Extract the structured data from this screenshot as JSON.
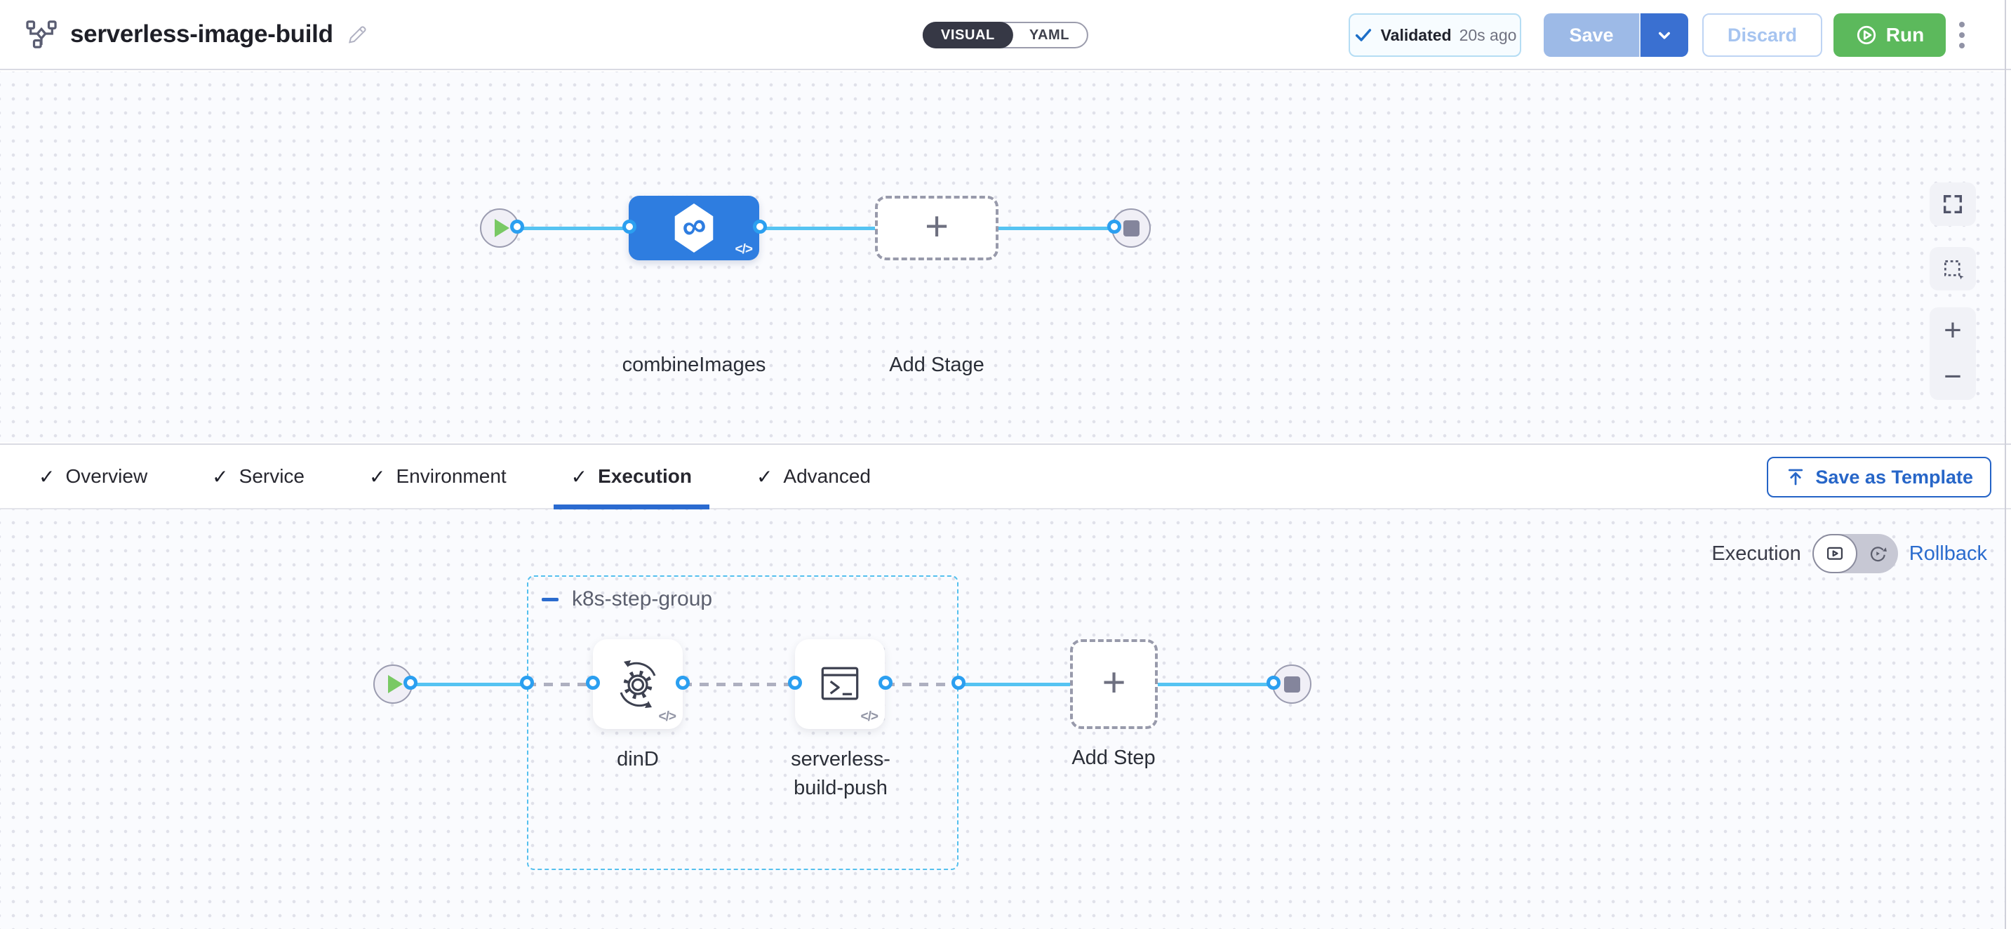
{
  "glyphs": {
    "check": "✓",
    "plus": "+",
    "minus": "−",
    "infinity": "∞",
    "code": "</>"
  },
  "header": {
    "title": "serverless-image-build",
    "mode_toggle": {
      "visual": "VISUAL",
      "yaml": "YAML"
    },
    "validation": {
      "status": "Validated",
      "time": "20s ago"
    },
    "save_label": "Save",
    "discard_label": "Discard",
    "run_label": "Run"
  },
  "stage_canvas": {
    "stage_name": "combineImages",
    "add_stage_label": "Add Stage"
  },
  "tabs": [
    {
      "label": "Overview"
    },
    {
      "label": "Service"
    },
    {
      "label": "Environment"
    },
    {
      "label": "Execution"
    },
    {
      "label": "Advanced"
    }
  ],
  "tabbar": {
    "save_as_template_label": "Save as Template"
  },
  "execution_canvas": {
    "mode_label": "Execution",
    "rollback_label": "Rollback",
    "group_name": "k8s-step-group",
    "step1_name": "dinD",
    "step2_name": "serverless-build-push",
    "add_step_label": "Add Step"
  },
  "colors": {
    "primary_blue": "#2b6cce",
    "connector_blue": "#55c3f2",
    "port_blue": "#2b9ff0",
    "stage_blue": "#2e7de0",
    "run_green": "#5cb95c",
    "group_dash_blue": "#55c0ee"
  }
}
